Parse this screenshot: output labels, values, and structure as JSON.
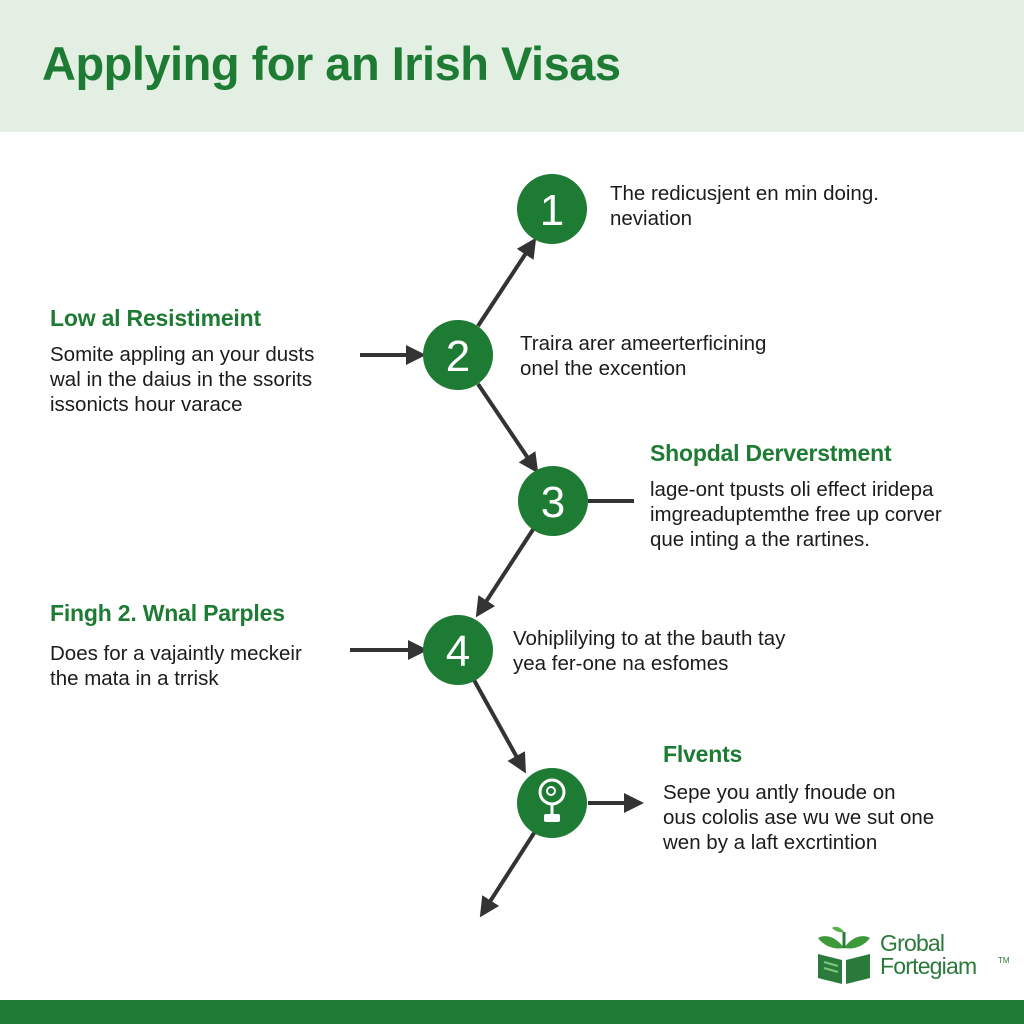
{
  "title": "Applying for an Irish Visas",
  "colors": {
    "accent": "#1e7b34",
    "header_bg": "#e3efe2",
    "arrow": "#333333"
  },
  "steps": [
    {
      "label": "1"
    },
    {
      "label": "2"
    },
    {
      "label": "3"
    },
    {
      "label": "4"
    },
    {
      "icon": "magnifier-person-icon"
    }
  ],
  "blocks": {
    "step1_right": {
      "heading": "",
      "body": "The redicusjent en min doing.\nneviation"
    },
    "left_a": {
      "heading": "Low al Resistimeint",
      "body": "Somite appling an your dusts\nwal in the daius in the ssorits\nissonicts hour varace"
    },
    "step2_right": {
      "heading": "",
      "body": "Traira arer ameerterficining\nonel the excention"
    },
    "step3_right": {
      "heading": "Shopdal Derverstment",
      "body": "lage-ont tpusts oli effect iridepa\nimgreaduptemthe free up corver\nque inting a the rartines."
    },
    "left_b": {
      "heading": "Fingh 2. Wnal Parples",
      "body": "Does for a vajaintly meckeir\nthe mata in a trrisk"
    },
    "step4_right": {
      "heading": "",
      "body": "Vohiplilying to at the bauth tay\nyea  fer-one na esfomes"
    },
    "step5_right": {
      "heading": "Flvents",
      "body": "Sepe you antly fnoude on\nous cololis ase wu we sut one\nwen by a laft excrtintion"
    }
  },
  "logo": {
    "text": "Grobal\nFortegiam",
    "tm": "TM",
    "icon": "sprout-book-icon"
  }
}
